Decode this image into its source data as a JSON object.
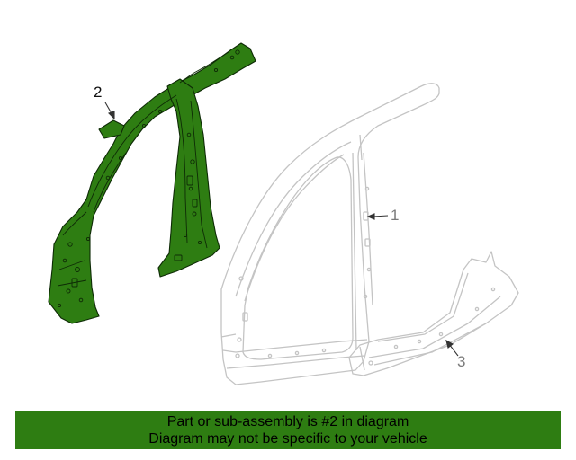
{
  "diagram": {
    "callouts": [
      {
        "id": "1",
        "label": "1"
      },
      {
        "id": "2",
        "label": "2"
      },
      {
        "id": "3",
        "label": "3"
      }
    ],
    "highlighted_part": "2",
    "highlight_color": "#2e7d12",
    "outline_color": "#c8c8c8"
  },
  "banner": {
    "line1": "Part or sub-assembly is #2 in diagram",
    "line2": "Diagram may not be specific to your vehicle",
    "background": "#2e7d12"
  }
}
